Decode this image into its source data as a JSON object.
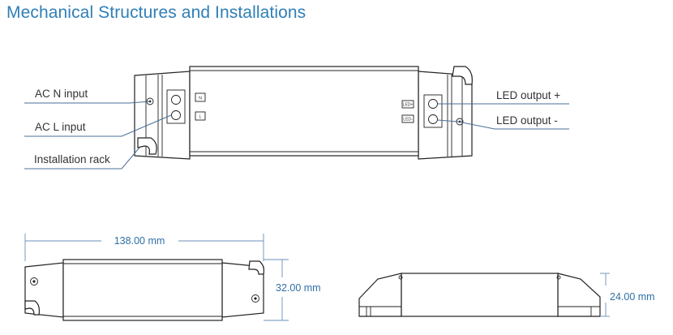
{
  "title": "Mechanical Structures and Installations",
  "callouts": {
    "ac_n": "AC N input",
    "ac_l": "AC L input",
    "rack": "Installation rack",
    "led_plus": "LED output +",
    "led_minus": "LED output -"
  },
  "terminals": {
    "n": "N",
    "l": "L",
    "led_plus": "LED+",
    "led_minus": "LED-"
  },
  "dimensions": {
    "length": "138.00 mm",
    "width": "32.00 mm",
    "height": "24.00 mm"
  }
}
